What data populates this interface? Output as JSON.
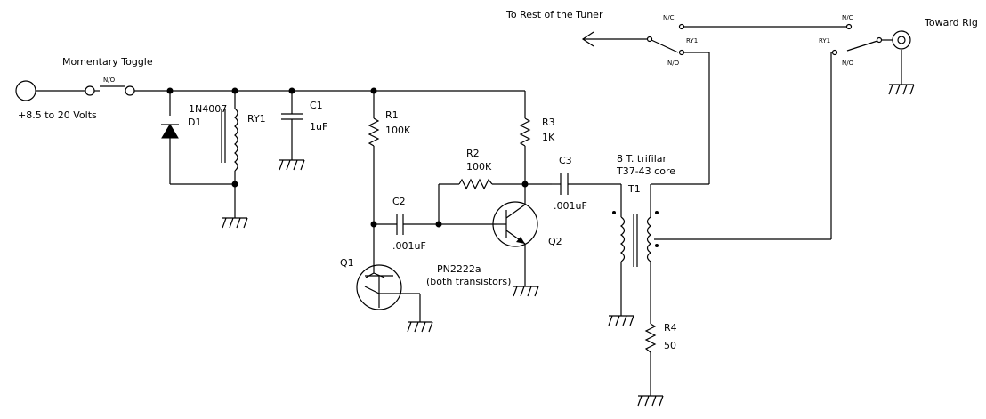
{
  "labels": {
    "supply": "+8.5 to 20 Volts",
    "toggle": "Momentary Toggle",
    "toggle_no": "N/O",
    "d1_part": "1N4007",
    "d1_ref": "D1",
    "ry1_coil": "RY1",
    "c1_ref": "C1",
    "c1_val": "1uF",
    "r1_ref": "R1",
    "r1_val": "100K",
    "r2_ref": "R2",
    "r2_val": "100K",
    "r3_ref": "R3",
    "r3_val": "1K",
    "c2_ref": "C2",
    "c2_val": ".001uF",
    "c3_ref": "C3",
    "c3_val": ".001uF",
    "q1_ref": "Q1",
    "q2_ref": "Q2",
    "transistor_part": "PN2222a",
    "transistor_note": "(both transistors)",
    "t1_winding": "8 T. trifilar",
    "t1_core": "T37-43 core",
    "t1_ref": "T1",
    "r4_ref": "R4",
    "r4_val": "50",
    "rest_of_tuner": "To Rest of the Tuner",
    "toward_rig": "Toward Rig",
    "nc_left": "N/C",
    "nc_right": "N/C",
    "ry1_contact_left": "RY1",
    "ry1_contact_right": "RY1",
    "no_left": "N/O",
    "no_right": "N/O"
  }
}
